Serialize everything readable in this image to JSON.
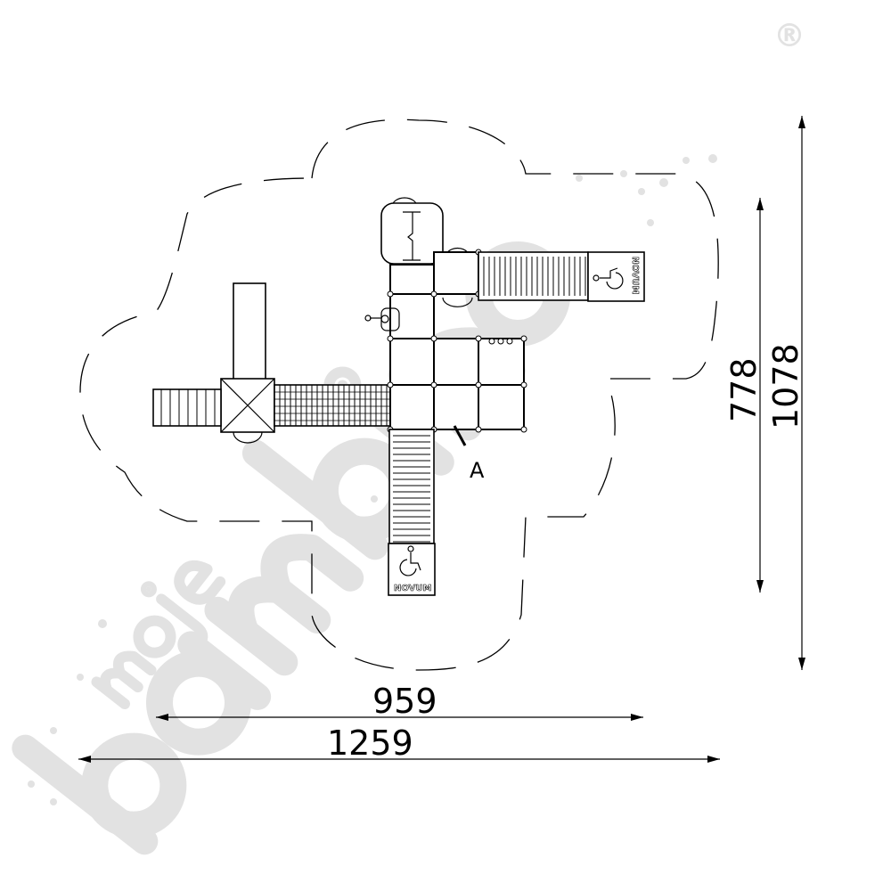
{
  "watermark": {
    "brand": "bambino",
    "prefix": "moje",
    "registered": "®",
    "color": "#e2e2e2"
  },
  "dimensions": {
    "inner_width": "959",
    "outer_width": "1259",
    "inner_depth": "778",
    "outer_depth": "1078"
  },
  "zone_label": "A",
  "ramps": [
    {
      "brand": "NOVUM",
      "icon": "wheelchair-icon"
    },
    {
      "brand": "NOVUM",
      "icon": "wheelchair-icon"
    }
  ]
}
